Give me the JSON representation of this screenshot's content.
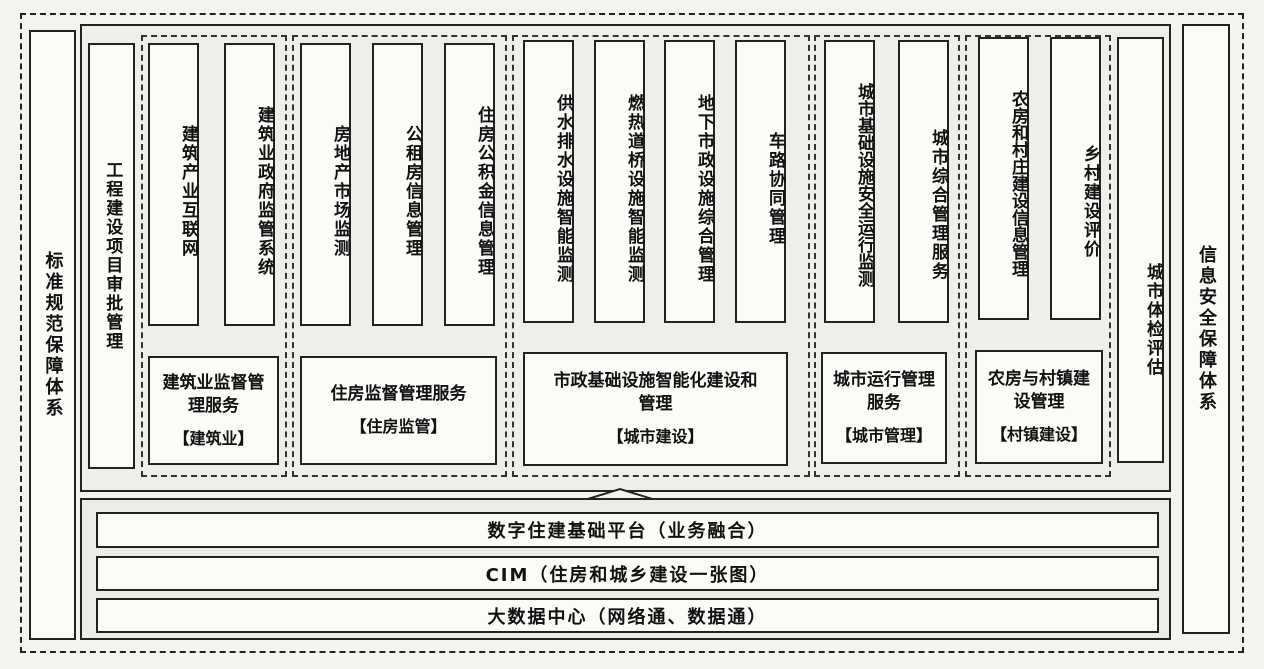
{
  "sides": {
    "left": "标准规范保障体系",
    "right": "信息安全保障体系"
  },
  "standalone": {
    "project_approval": "工程建设项目审批管理",
    "city_checkup": "城市体检评估"
  },
  "groups": {
    "construction": {
      "items": [
        "建筑产业互联网",
        "建筑业政府监管系统"
      ],
      "service": "建筑业监督管理服务",
      "tag": "【建筑业】"
    },
    "housing": {
      "items": [
        "房地产市场监测",
        "公租房信息管理",
        "住房公积金信息管理"
      ],
      "service": "住房监督管理服务",
      "tag": "【住房监管】"
    },
    "municipal": {
      "items": [
        "供水排水设施智能监测",
        "燃热道桥设施智能监测",
        "地下市政设施综合管理",
        "车路协同管理"
      ],
      "service": "市政基础设施智能化建设和管理",
      "tag": "【城市建设】"
    },
    "city_ops": {
      "items": [
        "城市基础设施安全运行监测",
        "城市综合管理服务"
      ],
      "service": "城市运行管理服务",
      "tag": "【城市管理】"
    },
    "rural": {
      "items": [
        "农房和村庄建设信息管理",
        "乡村建设评价"
      ],
      "service": "农房与村镇建设管理",
      "tag": "【村镇建设】"
    }
  },
  "platform": {
    "layers": [
      "数字住建基础平台（业务融合）",
      "CIM（住房和城乡建设一张图）",
      "大数据中心（网络通、数据通）"
    ]
  }
}
